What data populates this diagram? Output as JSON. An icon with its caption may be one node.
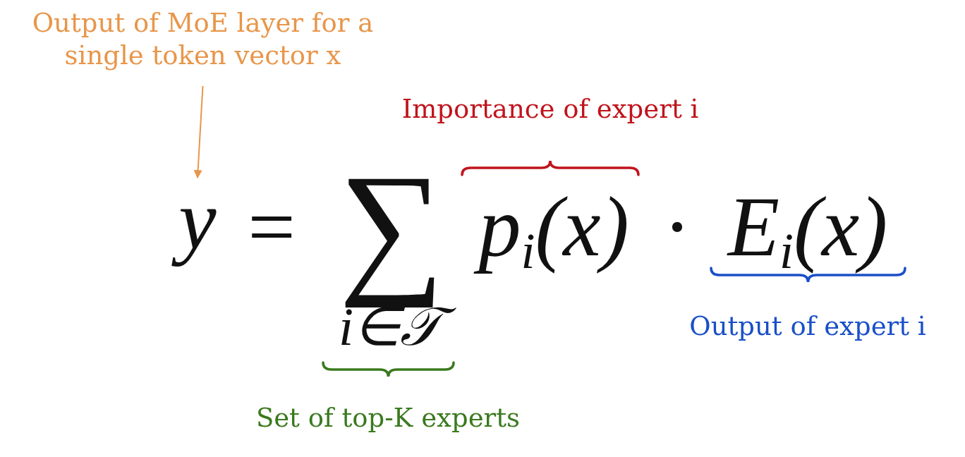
{
  "diagram": {
    "nodes": [
      {
        "text": [
          "Output of MoE layer for a single token vector x"
        ]
      },
      {
        "text": [
          "y"
        ]
      }
    ],
    "edges": [
      {
        "from": 0,
        "to": 1,
        "arrow": "to"
      }
    ],
    "labels": [
      "Importance of expert i",
      "=",
      "∑",
      "p$_{i}$(x)",
      "·",
      "E$_{i}$(x)",
      "i∈𝒯",
      "Output of expert i",
      "Set of top-K experts"
    ]
  }
}
